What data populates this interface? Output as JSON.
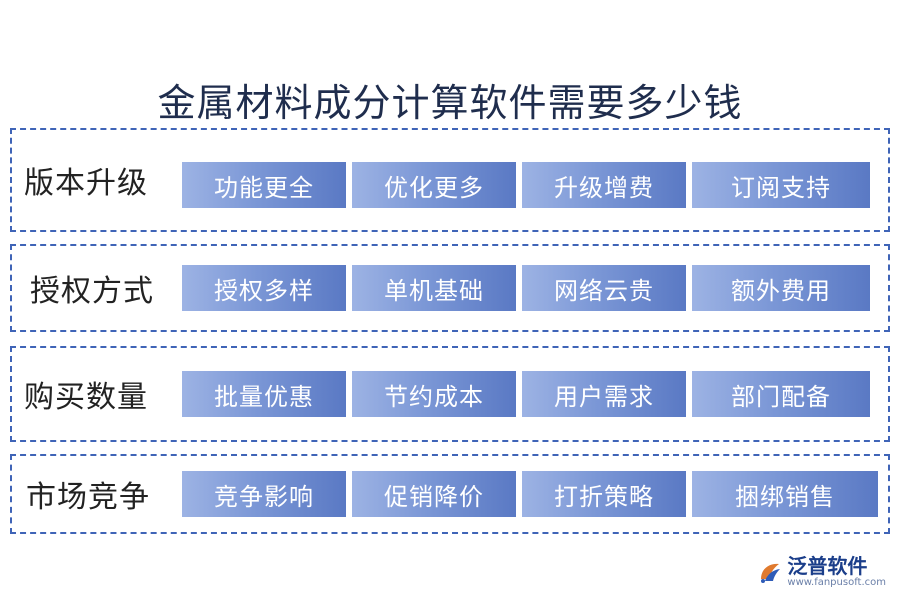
{
  "title": "金属材料成分计算软件需要多少钱",
  "rows": [
    {
      "label": "版本升级",
      "items": [
        "功能更全",
        "优化更多",
        "升级增费",
        "订阅支持"
      ]
    },
    {
      "label": "授权方式",
      "items": [
        "授权多样",
        "单机基础",
        "网络云贵",
        "额外费用"
      ]
    },
    {
      "label": "购买数量",
      "items": [
        "批量优惠",
        "节约成本",
        "用户需求",
        "部门配备"
      ]
    },
    {
      "label": "市场竞争",
      "items": [
        "竞争影响",
        "促销降价",
        "打折策略",
        "捆绑销售"
      ]
    }
  ],
  "logo": {
    "name": "泛普软件",
    "url": "www.fanpusoft.com"
  },
  "colors": {
    "border": "#3f64b7",
    "box_light": "#9db3e4",
    "box_dark": "#5a79c4",
    "title": "#1f2d4d"
  }
}
